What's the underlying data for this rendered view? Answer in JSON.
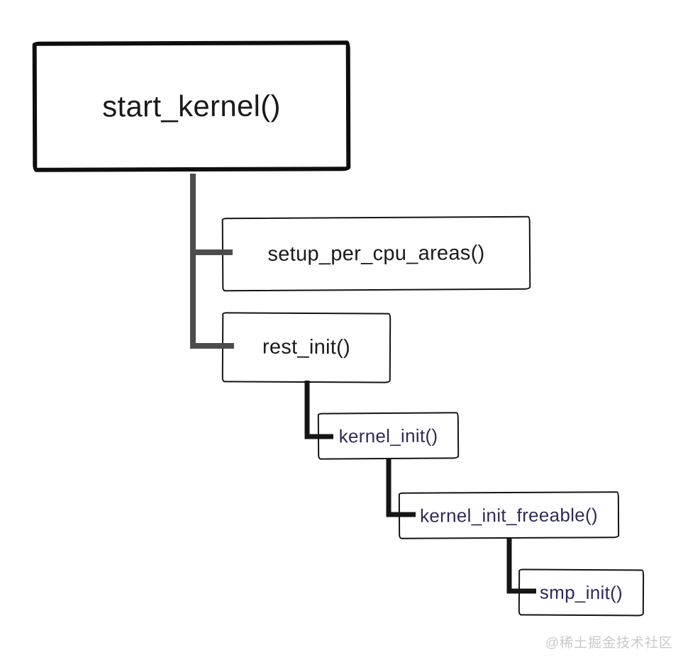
{
  "diagram": {
    "type": "flowchart",
    "description": "Linux kernel boot call hierarchy",
    "nodes": [
      {
        "id": "start_kernel",
        "label": "start_kernel()",
        "emphasis": "root",
        "text_color": "#1a1a1a"
      },
      {
        "id": "setup_per_cpu_areas",
        "label": "setup_per_cpu_areas()",
        "text_color": "#1a1a1a"
      },
      {
        "id": "rest_init",
        "label": "rest_init()",
        "text_color": "#1a1a1a"
      },
      {
        "id": "kernel_init",
        "label": "kernel_init()",
        "text_color": "#2e2a59"
      },
      {
        "id": "kernel_init_freeable",
        "label": "kernel_init_freeable()",
        "text_color": "#2e2a59"
      },
      {
        "id": "smp_init",
        "label": "smp_init()",
        "text_color": "#2e2a59"
      }
    ],
    "edges": [
      {
        "from": "start_kernel",
        "to": "setup_per_cpu_areas",
        "connector_color": "#4d4d4d"
      },
      {
        "from": "start_kernel",
        "to": "rest_init",
        "connector_color": "#4d4d4d"
      },
      {
        "from": "rest_init",
        "to": "kernel_init",
        "connector_color": "#151515"
      },
      {
        "from": "kernel_init",
        "to": "kernel_init_freeable",
        "connector_color": "#151515"
      },
      {
        "from": "kernel_init_freeable",
        "to": "smp_init",
        "connector_color": "#151515"
      }
    ],
    "colors": {
      "trunk_connector": "#4d4d4d",
      "branch_connector": "#151515",
      "box_border": "#141414",
      "background": "#ffffff"
    }
  },
  "watermark": {
    "text": "@稀土掘金技术社区",
    "color": "#c9c9c9"
  }
}
